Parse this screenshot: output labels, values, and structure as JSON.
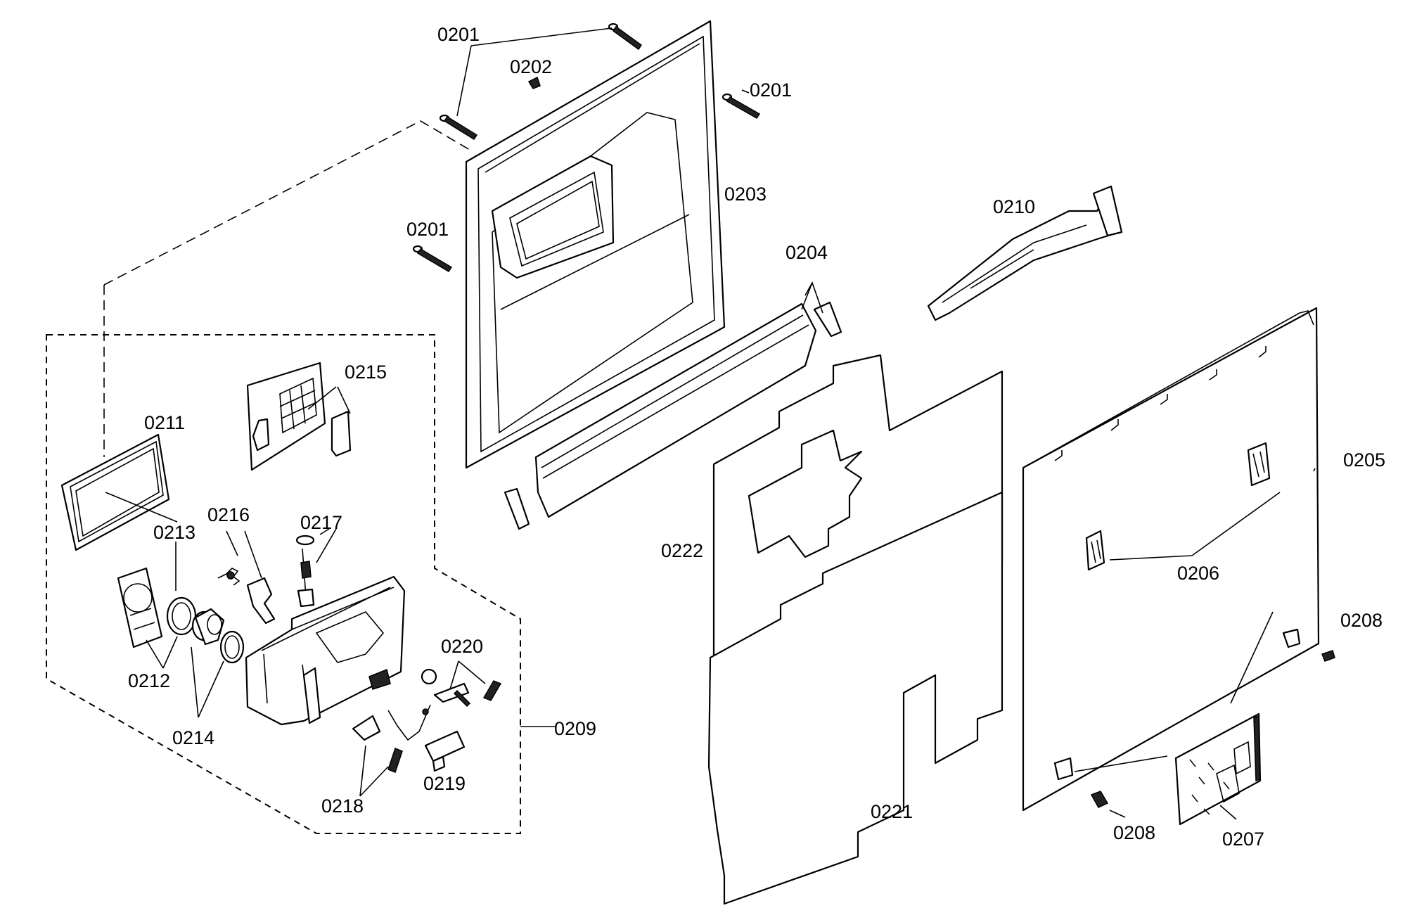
{
  "labels": {
    "p0201": "0201",
    "p0202": "0202",
    "p0203": "0203",
    "p0204": "0204",
    "p0205": "0205",
    "p0206": "0206",
    "p0207": "0207",
    "p0208": "0208",
    "p0209": "0209",
    "p0210": "0210",
    "p0211": "0211",
    "p0212": "0212",
    "p0213": "0213",
    "p0214": "0214",
    "p0215": "0215",
    "p0216": "0216",
    "p0217": "0217",
    "p0218": "0218",
    "p0219": "0219",
    "p0220": "0220",
    "p0221": "0221",
    "p0222": "0222"
  }
}
